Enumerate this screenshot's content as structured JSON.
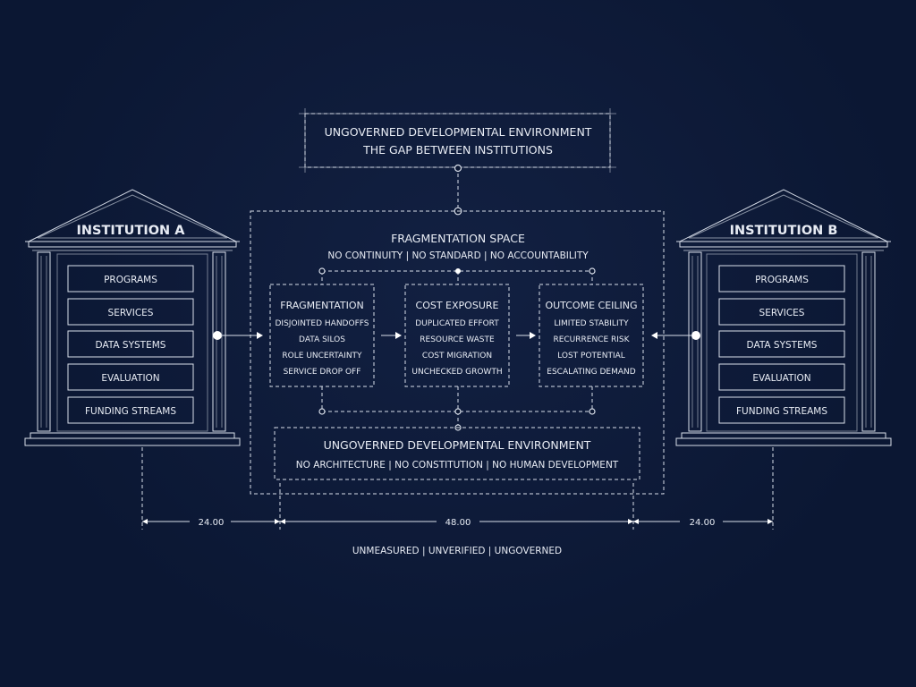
{
  "top_box": {
    "line1": "UNGOVERNED DEVELOPMENTAL ENVIRONMENT",
    "line2": "THE GAP BETWEEN INSTITUTIONS"
  },
  "institution_a": {
    "title": "INSTITUTION A",
    "items": [
      "PROGRAMS",
      "SERVICES",
      "DATA SYSTEMS",
      "EVALUATION",
      "FUNDING STREAMS"
    ]
  },
  "institution_b": {
    "title": "INSTITUTION B",
    "items": [
      "PROGRAMS",
      "SERVICES",
      "DATA SYSTEMS",
      "EVALUATION",
      "FUNDING STREAMS"
    ]
  },
  "fragmentation_space": {
    "title": "FRAGMENTATION SPACE",
    "subtitle": "NO CONTINUITY  |  NO STANDARD  |  NO ACCOUNTABILITY"
  },
  "columns": [
    {
      "title": "FRAGMENTATION",
      "items": [
        "DISJOINTED HANDOFFS",
        "DATA SILOS",
        "ROLE UNCERTAINTY",
        "SERVICE DROP OFF"
      ]
    },
    {
      "title": "COST EXPOSURE",
      "items": [
        "DUPLICATED EFFORT",
        "RESOURCE WASTE",
        "COST MIGRATION",
        "UNCHECKED GROWTH"
      ]
    },
    {
      "title": "OUTCOME CEILING",
      "items": [
        "LIMITED STABILITY",
        "RECURRENCE RISK",
        "LOST POTENTIAL",
        "ESCALATING DEMAND"
      ]
    }
  ],
  "bottom_box": {
    "title": "UNGOVERNED DEVELOPMENTAL ENVIRONMENT",
    "subtitle": "NO ARCHITECTURE  |  NO CONSTITUTION  |  NO HUMAN DEVELOPMENT"
  },
  "dimensions": {
    "left": "24.00",
    "center": "48.00",
    "right": "24.00"
  },
  "footer": "UNMEASURED  |  UNVERIFIED  |  UNGOVERNED"
}
